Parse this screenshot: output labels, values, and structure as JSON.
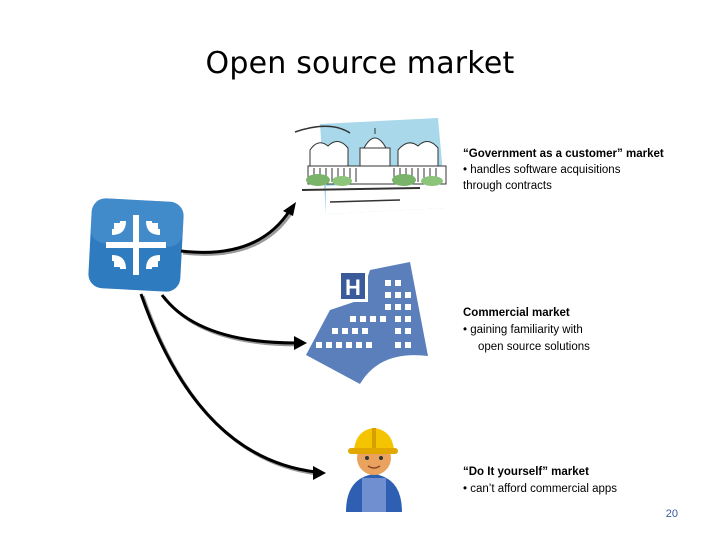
{
  "slide": {
    "title": "Open source market",
    "page_number": "20"
  },
  "segments": [
    {
      "title": "“Government as a customer” market",
      "lines": [
        "• handles software acquisitions",
        "through contracts"
      ]
    },
    {
      "title": "Commercial market",
      "lines": [
        "•  gaining familiarity with",
        "open source solutions"
      ]
    },
    {
      "title": "“Do It yourself” market",
      "lines": [
        "• can’t afford commercial apps"
      ]
    }
  ],
  "icons": {
    "source": "open-source-logo-icon",
    "government": "capitol-building-icon",
    "commercial": "hospital-building-icon",
    "diy": "construction-worker-icon"
  },
  "colors": {
    "logo_blue": "#2e7bbf",
    "building_blue": "#5a7fba",
    "sky_blue": "#a8d8ea",
    "page_number": "#3a5a9a"
  }
}
